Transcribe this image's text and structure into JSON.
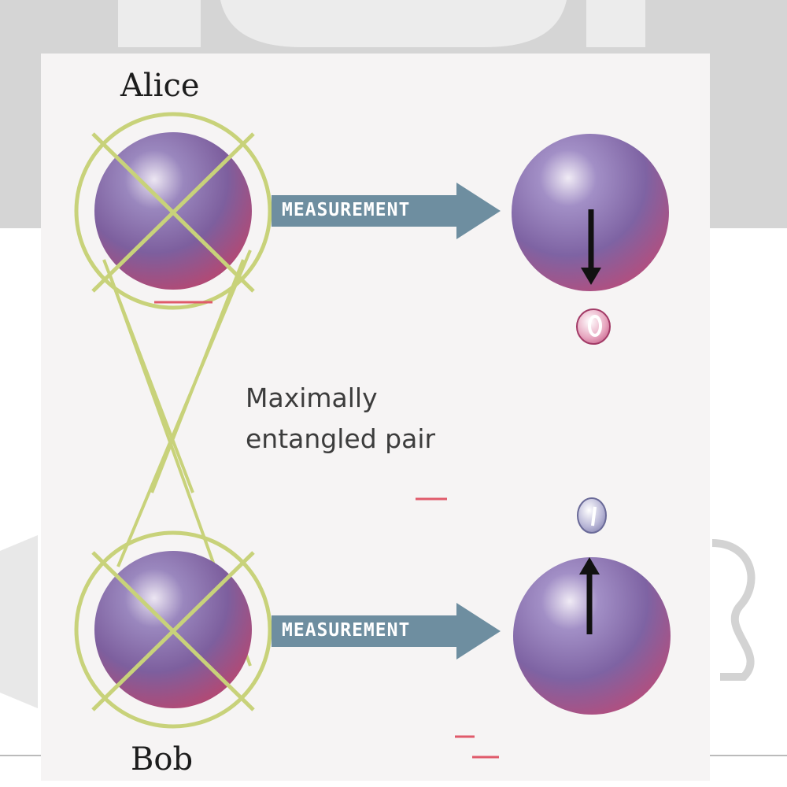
{
  "parties": {
    "top": "Alice",
    "bottom": "Bob"
  },
  "caption": {
    "line1": "Maximally",
    "line2": "entangled pair"
  },
  "arrows": {
    "top_label": "MEASUREMENT",
    "bottom_label": "MEASUREMENT"
  },
  "outcomes": {
    "top_spin": "down",
    "bottom_spin": "up"
  },
  "colors": {
    "sphere_top": "#7d6ca8",
    "sphere_bottom": "#b0406a",
    "entangle_line": "#c8d27a",
    "arrow_fill": "#6e8ea0",
    "backdrop": "#cfcfcf"
  }
}
